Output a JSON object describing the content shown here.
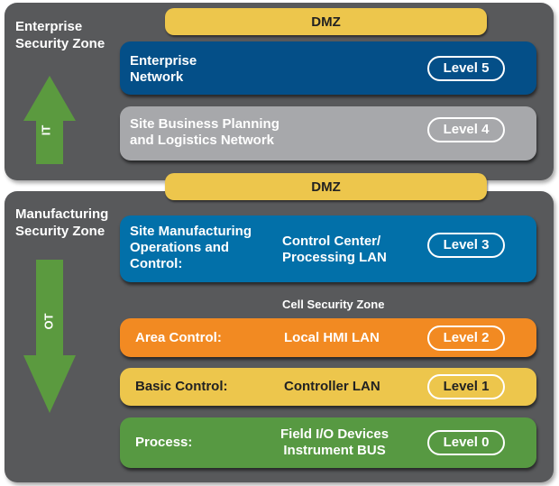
{
  "zones": {
    "enterprise": {
      "label": "Enterprise\nSecurity Zone",
      "arrow_label": "IT",
      "arrow_direction": "up"
    },
    "manufacturing": {
      "label": "Manufacturing\nSecurity Zone",
      "arrow_label": "OT",
      "arrow_direction": "down"
    }
  },
  "dmz": [
    {
      "label": "DMZ"
    },
    {
      "label": "DMZ"
    }
  ],
  "cell_zone_label": "Cell Security Zone",
  "levels": [
    {
      "name": "Enterprise\nNetwork",
      "detail": "",
      "level": "Level 5",
      "color": "#044f88",
      "text_color": "#ffffff"
    },
    {
      "name": "Site Business Planning\nand Logistics Network",
      "detail": "",
      "level": "Level 4",
      "color": "#a7a8ab",
      "text_color": "#ffffff"
    },
    {
      "name": "Site Manufacturing\nOperations and\nControl:",
      "detail": "Control Center/\nProcessing LAN",
      "level": "Level 3",
      "color": "#0270a9",
      "text_color": "#ffffff"
    },
    {
      "name": "Area Control:",
      "detail": "Local HMI LAN",
      "level": "Level 2",
      "color": "#f28a22",
      "text_color": "#ffffff"
    },
    {
      "name": "Basic Control:",
      "detail": "Controller LAN",
      "level": "Level 1",
      "color": "#edc64c",
      "text_color": "#222222"
    },
    {
      "name": "Process:",
      "detail": "Field I/O Devices\nInstrument BUS",
      "level": "Level 0",
      "color": "#579942",
      "text_color": "#ffffff"
    }
  ],
  "colors": {
    "zone_bg": "#58595b",
    "arrow": "#5b9a3f",
    "dmz": "#edc64c"
  }
}
